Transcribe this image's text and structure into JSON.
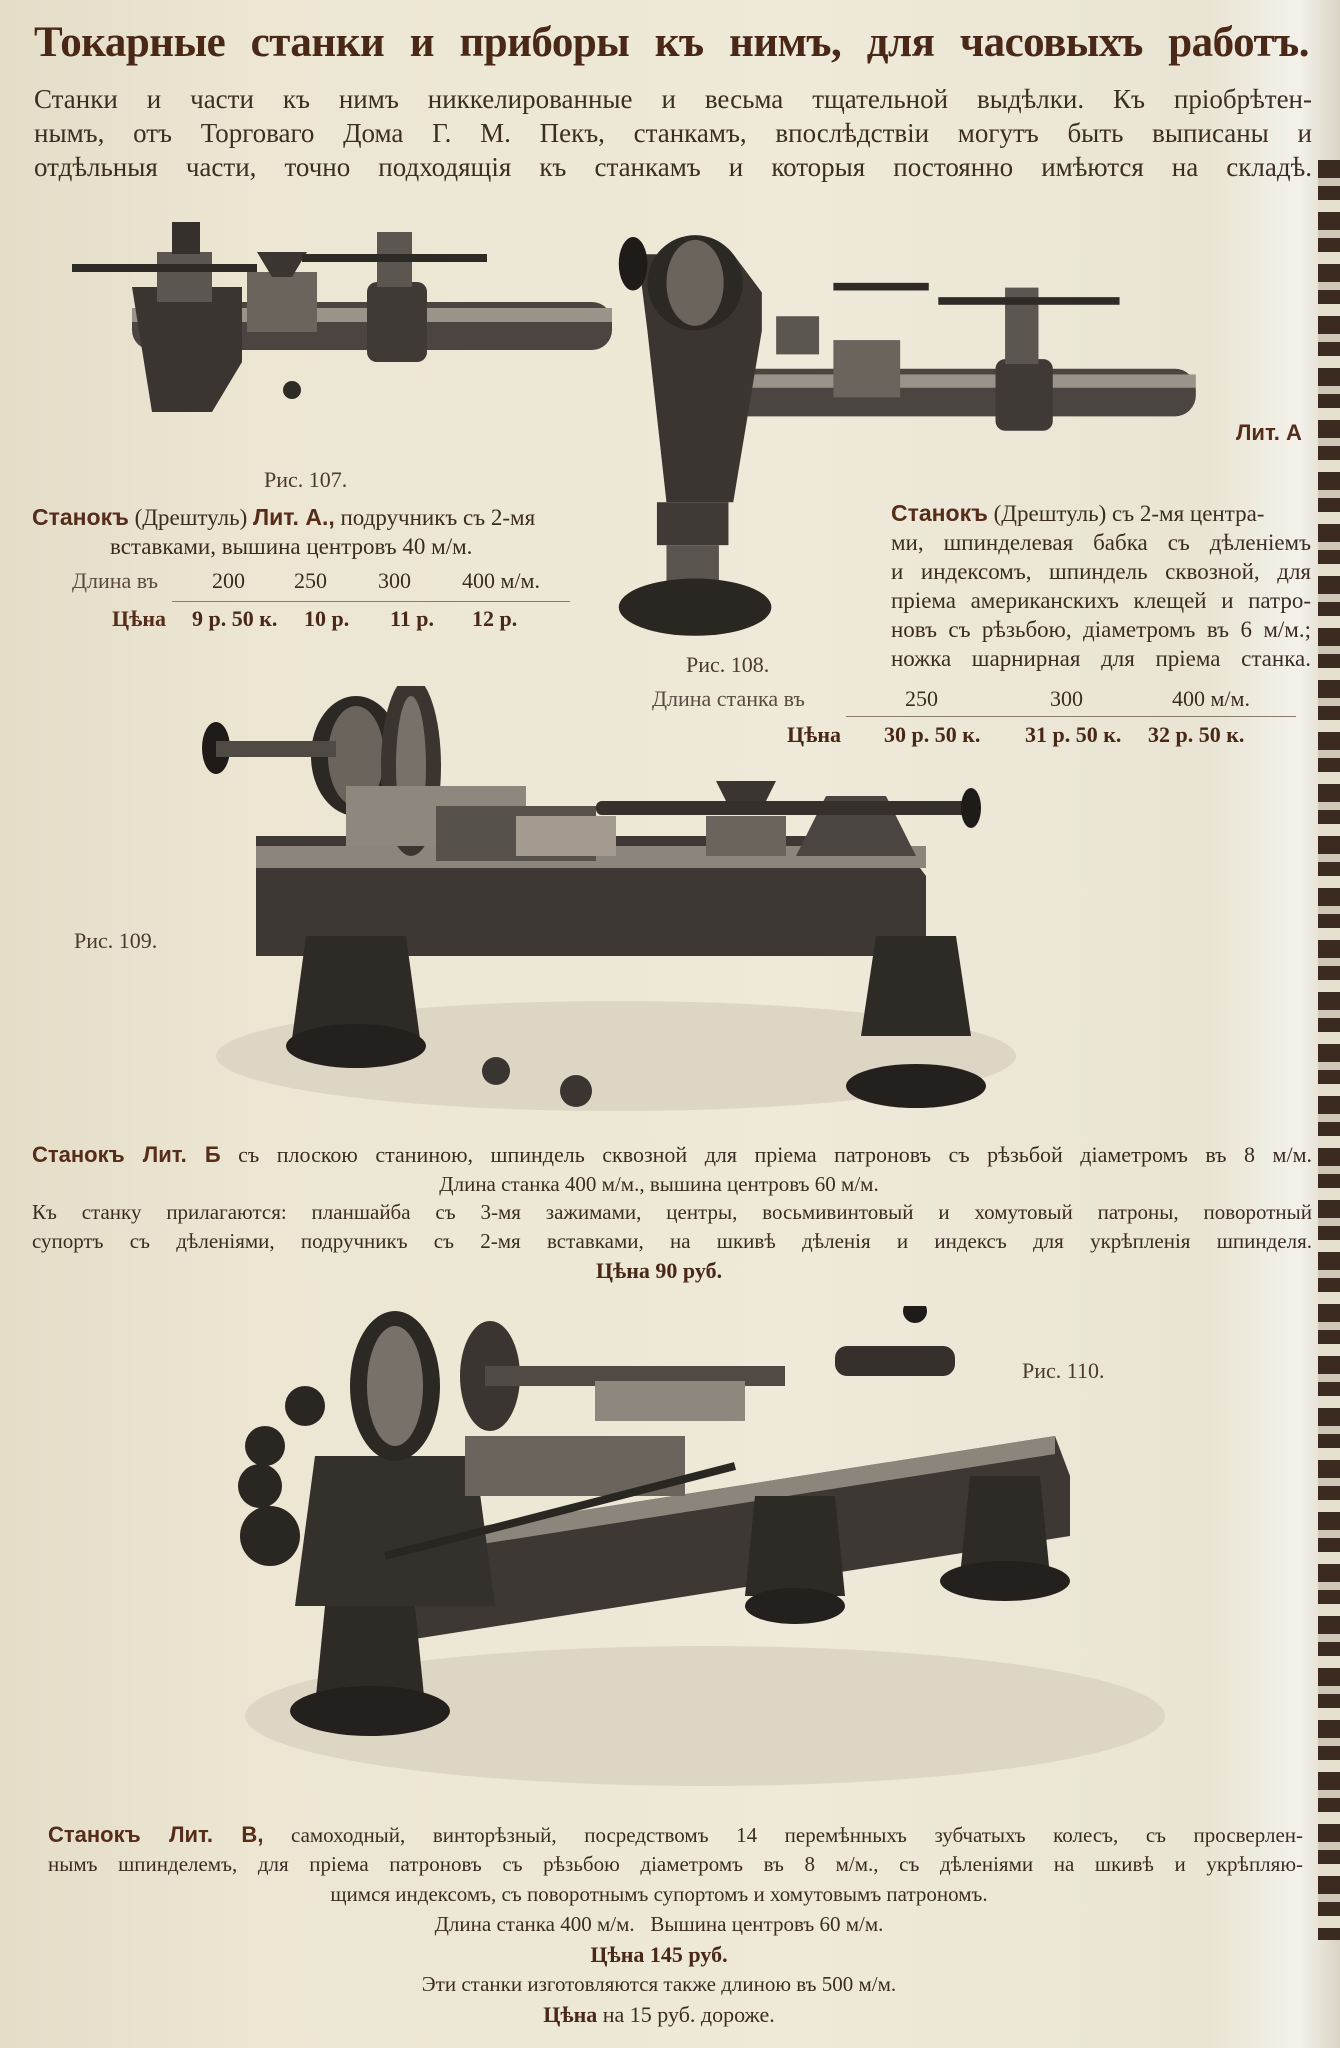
{
  "title": "Токарные станки и приборы къ нимъ, для часовыхъ работъ.",
  "intro": [
    "Станки и части къ нимъ никкелированные и весьма тщательной выдѣлки. Къ пріобрѣтен-",
    "нымъ, отъ Торговаго Дома Г. М. Пекъ, станкамъ, впослѣдствіи могутъ быть выписаны и",
    "отдѣльныя части, точно подходящія къ станкамъ и которыя постоянно имѣются на складѣ."
  ],
  "fig107": {
    "caption": "Рис. 107.",
    "name_bold": "Станокъ",
    "line1_mid": " (Дрештуль) ",
    "line1_bold2": "Лит. А.,",
    "line1_rest": " подручникъ съ 2-мя",
    "line2": "вставками, вышина центровъ 40 м/м.",
    "length_label": "Длина въ",
    "lengths": [
      "200",
      "250",
      "300",
      "400 м/м."
    ],
    "price_label": "Цѣна",
    "prices": [
      "9 р. 50 к.",
      "10 р.",
      "11 р.",
      "12 р."
    ]
  },
  "fig108": {
    "caption": "Рис. 108.",
    "side_label": "Лит. А",
    "name_bold": "Станокъ",
    "line1_rest": " (Дрештуль) съ 2-мя центра-",
    "lines": [
      "ми, шпинделевая бабка съ дѣленіемъ",
      "и индексомъ, шпиндель сквозной, для",
      "пріема американскихъ клещей и патро-",
      "новъ съ рѣзьбою, діаметромъ въ 6 м/м.;",
      "ножка шарнирная для пріема станка."
    ],
    "length_label": "Длина станка въ",
    "lengths": [
      "250",
      "300",
      "400 м/м."
    ],
    "price_label": "Цѣна",
    "prices": [
      "30 р. 50 к.",
      "31 р. 50 к.",
      "32 р. 50 к."
    ]
  },
  "fig109": {
    "caption": "Рис. 109.",
    "name_bold": "Станокъ Лит. Б",
    "line1_rest": " съ плоскою станиною, шпиндель сквозной для пріема патроновъ съ рѣзьбой діаметромъ въ 8 м/м.",
    "line2": "Длина станка 400 м/м., вышина центровъ 60 м/м.",
    "line3": "Къ станку прилагаются: планшайба съ 3-мя зажимами, центры, восьмивинтовый и хомутовый патроны, поворотный",
    "line4": "супортъ съ дѣленіями, подручникъ съ 2-мя вставками, на шкивѣ дѣленія и индексъ для укрѣпленія шпинделя.",
    "price_label": "Цѣна",
    "price": "90 руб."
  },
  "fig110": {
    "caption": "Рис. 110.",
    "name_bold": "Станокъ Лит. В,",
    "line1_rest": " самоходный, винторѣзный, посредствомъ 14 перемѣнныхъ зубчатыхъ колесъ, съ просверлен-",
    "line2": "нымъ шпинделемъ, для пріема патроновъ съ рѣзьбою діаметромъ въ 8 м/м., съ дѣленіями на шкивѣ и укрѣпляю-",
    "line3": "щимся индексомъ, съ поворотнымъ супортомъ и хомутовымъ патрономъ.",
    "line4": "Длина станка 400 м/м.   Вышина центровъ 60 м/м.",
    "price_label": "Цѣна",
    "price": "145 руб.",
    "line5": "Эти станки изготовляются также длиною въ 500 м/м.",
    "price2_label": "Цѣна",
    "price2": "на 15 руб. дороже."
  },
  "colors": {
    "paper": "#ece6d3",
    "ink": "#3b2c22",
    "heading": "#4a2818",
    "bold": "#562c1a"
  }
}
